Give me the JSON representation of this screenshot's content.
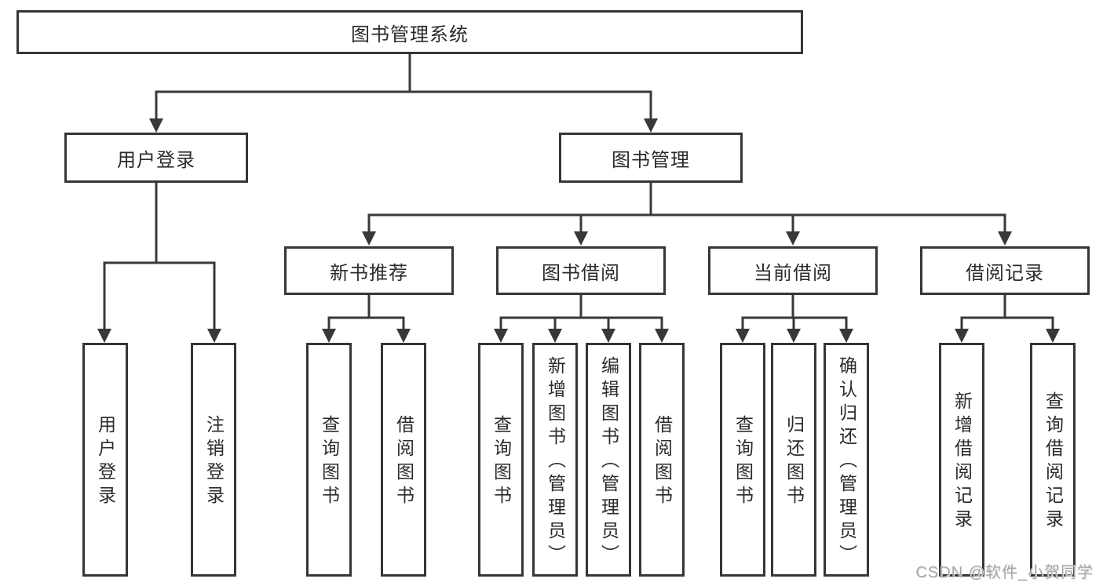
{
  "diagram": {
    "title": "图书管理系统",
    "type": "hierarchy-tree",
    "colors": {
      "line": "#383838",
      "border": "#363636",
      "text": "#2b2b2b",
      "background": "#ffffff",
      "watermark": "#a9a9a9"
    },
    "tree": {
      "root": {
        "label": "图书管理系统"
      },
      "branches": [
        {
          "label": "用户登录",
          "children": [
            {
              "label": "用户登录"
            },
            {
              "label": "注销登录"
            }
          ]
        },
        {
          "label": "图书管理",
          "children": [
            {
              "label": "新书推荐",
              "children": [
                {
                  "label": "查询图书"
                },
                {
                  "label": "借阅图书"
                }
              ]
            },
            {
              "label": "图书借阅",
              "children": [
                {
                  "label": "查询图书"
                },
                {
                  "label": "新增图书（管理员）"
                },
                {
                  "label": "编辑图书（管理员）"
                },
                {
                  "label": "借阅图书"
                }
              ]
            },
            {
              "label": "当前借阅",
              "children": [
                {
                  "label": "查询图书"
                },
                {
                  "label": "归还图书"
                },
                {
                  "label": "确认归还（管理员）"
                }
              ]
            },
            {
              "label": "借阅记录",
              "children": [
                {
                  "label": "新增借阅记录"
                },
                {
                  "label": "查询借阅记录"
                }
              ]
            }
          ]
        }
      ]
    },
    "watermark": {
      "text": "CSDN @软件_小贺同学"
    }
  }
}
